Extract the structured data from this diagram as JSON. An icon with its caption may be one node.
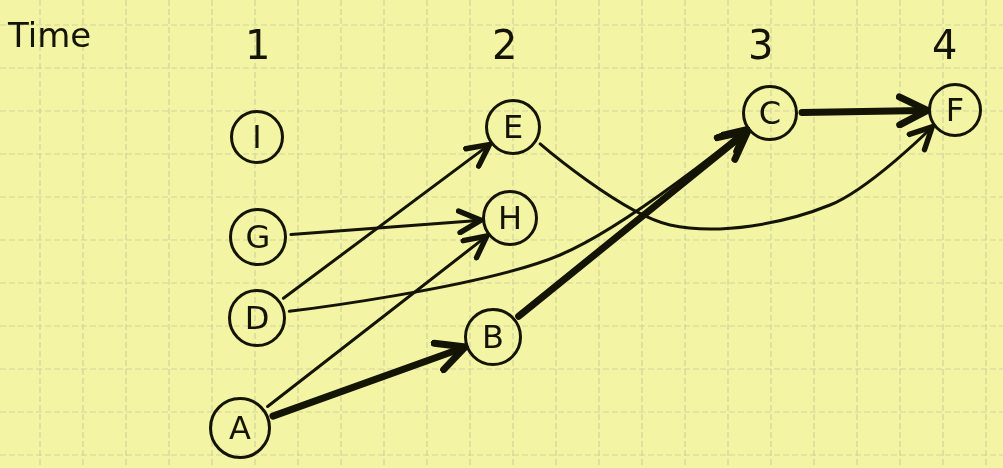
{
  "diagram": {
    "nodes": [
      {
        "text": [
          "I"
        ]
      },
      {
        "text": [
          "G"
        ]
      },
      {
        "text": [
          "D"
        ]
      },
      {
        "text": [
          "A"
        ]
      },
      {
        "text": [
          "E"
        ]
      },
      {
        "text": [
          "H"
        ]
      },
      {
        "text": [
          "B"
        ]
      },
      {
        "text": [
          "C"
        ]
      },
      {
        "text": [
          "F"
        ]
      }
    ],
    "edges": [
      {
        "from": 1,
        "to": 5,
        "arrow": "to"
      },
      {
        "from": 2,
        "to": 4,
        "arrow": "to"
      },
      {
        "from": 2,
        "to": 7,
        "arrow": "to"
      },
      {
        "from": 3,
        "to": 5,
        "arrow": "to"
      },
      {
        "from": 3,
        "to": 6,
        "arrow": "to",
        "style": "thick"
      },
      {
        "from": 6,
        "to": 7,
        "arrow": "to",
        "style": "thick"
      },
      {
        "from": 4,
        "to": 8,
        "arrow": "to"
      },
      {
        "from": 7,
        "to": 8,
        "arrow": "to",
        "style": "thick"
      }
    ],
    "labels": [
      "Time",
      "1",
      "2",
      "3",
      "4"
    ]
  }
}
